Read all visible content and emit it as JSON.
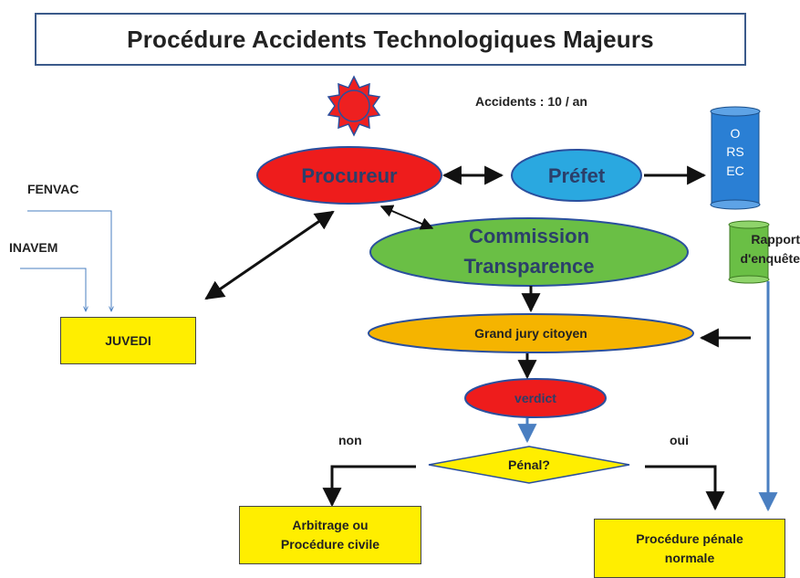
{
  "title": "Procédure  Accidents Technologiques Majeurs",
  "accidents": "Accidents : 10 / an",
  "nodes": {
    "procureur": "Procureur",
    "prefet": "Préfet",
    "orsec": [
      "O",
      "RS",
      "EC"
    ],
    "commission_line1": "Commission",
    "commission_line2": "Transparence",
    "rapport_line1": "Rapport",
    "rapport_line2": "d'enquête",
    "grand_jury": "Grand jury citoyen",
    "verdict": "verdict",
    "penal": "Pénal?",
    "non": "non",
    "oui": "oui",
    "arbitrage_line1": "Arbitrage ou",
    "arbitrage_line2": "Procédure civile",
    "procedure_line1": "Procédure pénale",
    "procedure_line2": "normale",
    "fenvac": "FENVAC",
    "inavem": "INAVEM",
    "juvedi": "JUVEDI"
  },
  "colors": {
    "procureur": "#ee1c1c",
    "prefet": "#2aa8e0",
    "commission": "#6abf45",
    "grand_jury": "#f5b400",
    "verdict": "#ee1c1c",
    "penal": "#ffee00",
    "boxes": "#ffee00",
    "orsec": "#2a7fd4",
    "rapport": "#6abf45",
    "sun": "#ee2020",
    "link_blue": "#4a7fc1"
  }
}
